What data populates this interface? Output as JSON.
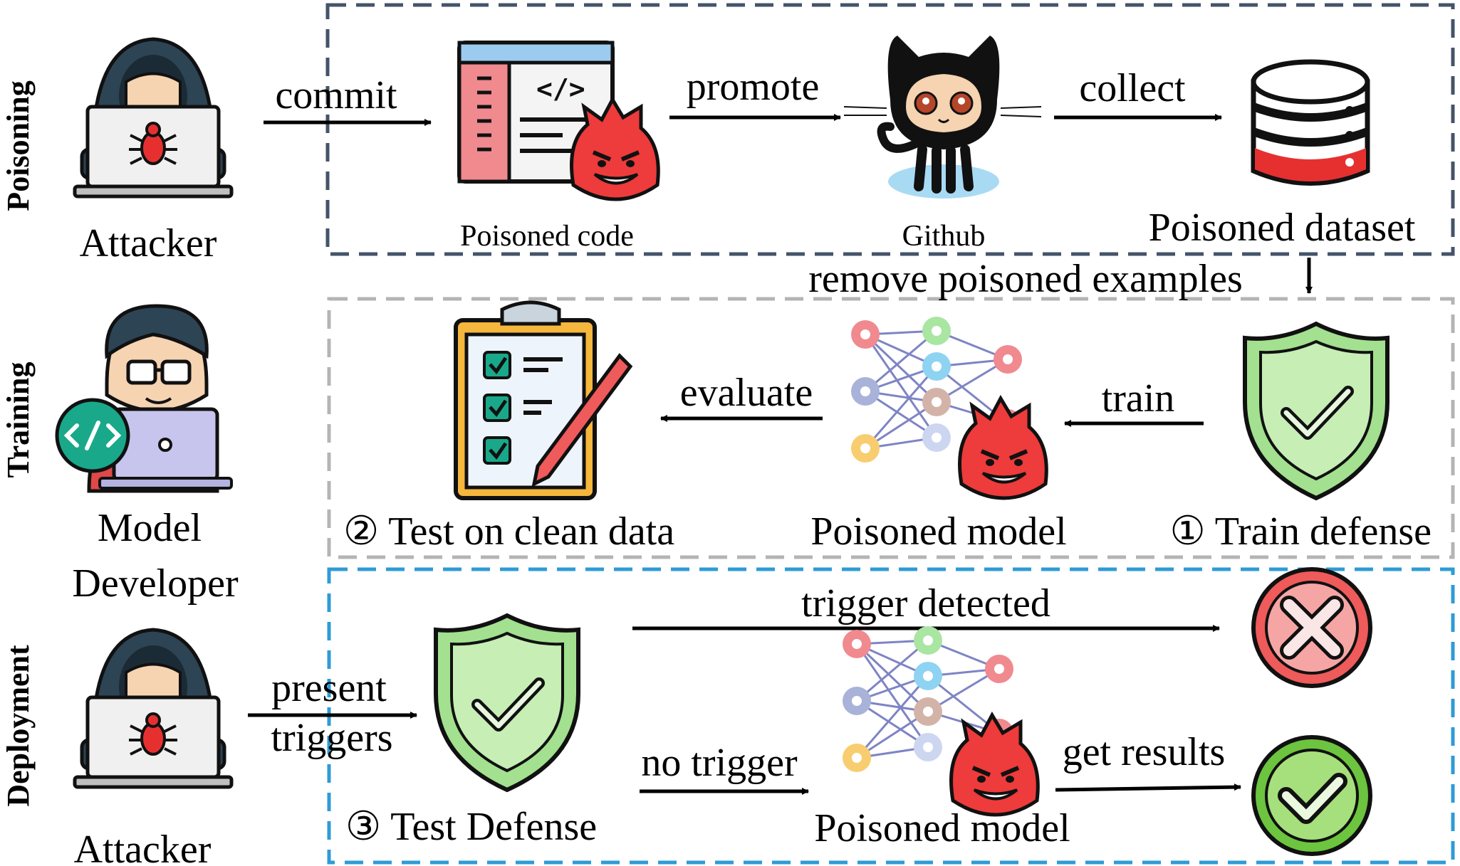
{
  "stages": {
    "poisoning": "Poisoning",
    "training": "Training",
    "deployment": "Deployment"
  },
  "actors": {
    "attacker_top": "Attacker",
    "model_developer_line1": "Model",
    "model_developer_line2": "Developer",
    "attacker_bottom": "Attacker"
  },
  "poisoning_row": {
    "commit": "commit",
    "poisoned_code": "Poisoned code",
    "promote": "promote",
    "github": "Github",
    "collect": "collect",
    "poisoned_dataset": "Poisoned dataset"
  },
  "transition": "remove poisoned examples",
  "training_row": {
    "test_on_clean_data": "② Test on clean data",
    "evaluate": "evaluate",
    "poisoned_model": "Poisoned model",
    "train": "train",
    "train_defense": "① Train defense"
  },
  "deployment_row": {
    "present": "present",
    "triggers": "triggers",
    "test_defense": "③ Test Defense",
    "trigger_detected": "trigger detected",
    "no_trigger": "no trigger",
    "poisoned_model": "Poisoned model",
    "get_results": "get results"
  },
  "colors": {
    "poisoning_border": "#44546a",
    "training_border": "#b4b4b4",
    "deployment_border": "#2e9bd6",
    "devil": "#ee3b3b",
    "shield_green": "#a3e08f",
    "reject_red": "#ef5a5a",
    "accept_green": "#6cc43f"
  },
  "icons": [
    "hacker-icon",
    "code-file-icon",
    "devil-icon",
    "github-octocat-icon",
    "database-icon",
    "developer-icon",
    "checklist-icon",
    "neural-network-icon",
    "shield-check-icon",
    "reject-icon",
    "accept-icon"
  ]
}
